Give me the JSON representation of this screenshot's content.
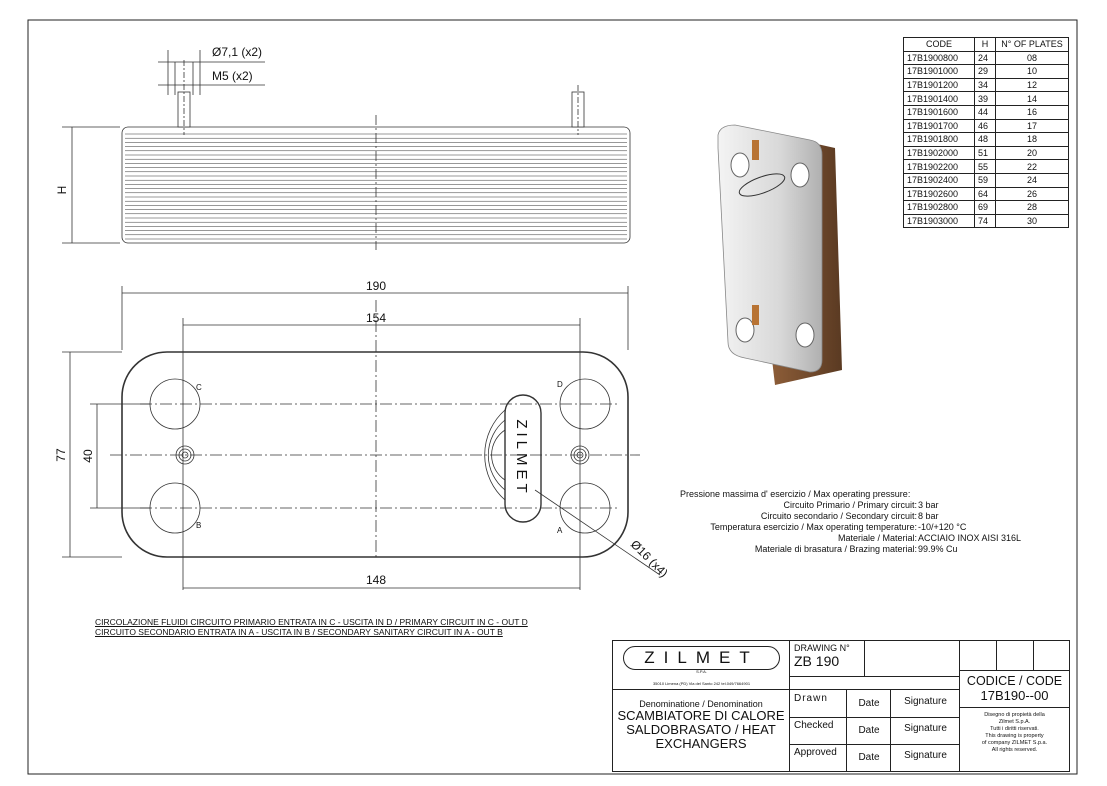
{
  "top_view": {
    "dia_label": "Ø7,1 (x2)",
    "thread_label": "M5 (x2)",
    "height_label": "H"
  },
  "front_view": {
    "dim_overall_width": "190",
    "dim_port_spacing_top": "154",
    "dim_port_spacing_bottom": "148",
    "dim_overall_height": "77",
    "dim_port_vertical": "40",
    "port_diameter": "Ø16 (x4)",
    "port_labels": [
      "C",
      "D",
      "B",
      "A"
    ],
    "logo_text": "ZILMET"
  },
  "code_table": {
    "headers": [
      "CODE",
      "H",
      "N° OF PLATES"
    ],
    "rows": [
      [
        "17B1900800",
        "24",
        "08"
      ],
      [
        "17B1901000",
        "29",
        "10"
      ],
      [
        "17B1901200",
        "34",
        "12"
      ],
      [
        "17B1901400",
        "39",
        "14"
      ],
      [
        "17B1901600",
        "44",
        "16"
      ],
      [
        "17B1901700",
        "46",
        "17"
      ],
      [
        "17B1901800",
        "48",
        "18"
      ],
      [
        "17B1902000",
        "51",
        "20"
      ],
      [
        "17B1902200",
        "55",
        "22"
      ],
      [
        "17B1902400",
        "59",
        "24"
      ],
      [
        "17B1902600",
        "64",
        "26"
      ],
      [
        "17B1902800",
        "69",
        "28"
      ],
      [
        "17B1903000",
        "74",
        "30"
      ]
    ]
  },
  "specs": {
    "heading": "Pressione massima d' esercizio / Max operating pressure:",
    "items": [
      {
        "label": "Circuito Primario / Primary circuit:",
        "value": "3 bar"
      },
      {
        "label": "Circuito secondario / Secondary circuit:",
        "value": "8 bar"
      },
      {
        "label": "Temperatura esercizio / Max operating temperature:",
        "value": "-10/+120 °C"
      },
      {
        "label": "Materiale / Material:",
        "value": "ACCIAIO INOX AISI 316L"
      },
      {
        "label": "Materiale di brasatura / Brazing material:",
        "value": "99.9% Cu"
      }
    ]
  },
  "notes": [
    "CIRCOLAZIONE FLUIDI CIRCUITO PRIMARIO ENTRATA IN C - USCITA IN D / PRIMARY CIRCUIT IN C - OUT D",
    "CIRCUITO SECONDARIO ENTRATA IN A - USCITA IN B / SECONDARY SANITARY CIRCUIT IN A - OUT B"
  ],
  "title_block": {
    "company": "ZILMET",
    "company_suffix": "S.P.A.",
    "address": "35010 Limena (PD) Via del Santo 242 tel.049/7664901",
    "denomination_label": "Denominatione / Denomination",
    "denomination": [
      "SCAMBIATORE DI CALORE",
      "SALDOBRASATO / HEAT",
      "EXCHANGERS"
    ],
    "drawing_label": "DRAWING N°",
    "drawing_number": "ZB 190",
    "code_label": "CODICE / CODE",
    "code": "17B190--00",
    "approvals": [
      {
        "role": "Drawn",
        "date": "Date",
        "signature": "Signature"
      },
      {
        "role": "Checked",
        "date": "Date",
        "signature": "Signature"
      },
      {
        "role": "Approved",
        "date": "Date",
        "signature": "Signature"
      }
    ],
    "property_notice": [
      "Disegno di propietà della",
      "Zilmet S.p.A.",
      "Tutti i diritti riservati.",
      "This drawing is property",
      "of company ZILMET S.p.a.",
      "All rights reserved."
    ]
  }
}
